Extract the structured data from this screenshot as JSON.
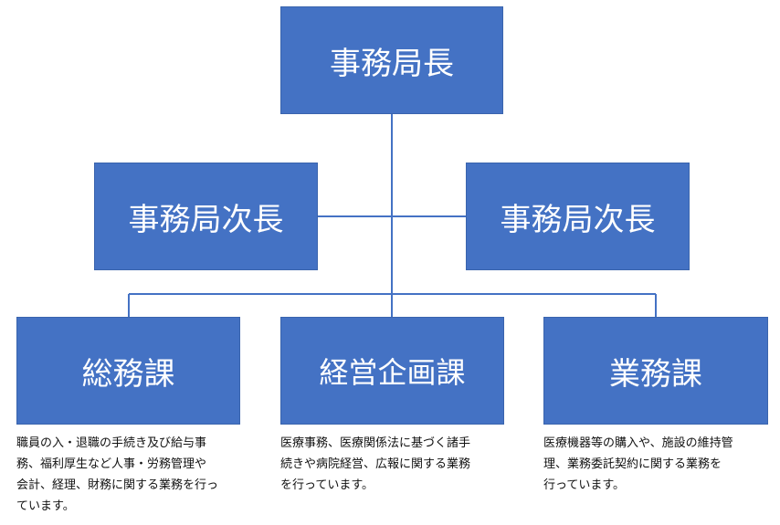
{
  "org_chart": {
    "chief": {
      "label": "事務局長"
    },
    "deputies": [
      {
        "label": "事務局次長"
      },
      {
        "label": "事務局次長"
      }
    ],
    "sections": [
      {
        "label": "総務課",
        "description_lines": [
          "職員の入・退職の手続き及び給与事",
          "務、福利厚生など人事・労務管理や",
          "会計、経理、財務に関する業務を行っ",
          "ています。"
        ]
      },
      {
        "label": "経営企画課",
        "description_lines": [
          "医療事務、医療関係法に基づく諸手",
          "続きや病院経営、広報に関する業務",
          "を行っています。"
        ]
      },
      {
        "label": "業務課",
        "description_lines": [
          "医療機器等の購入や、施設の維持管",
          "理、業務委託契約に関する業務を",
          "行っています。"
        ]
      }
    ]
  },
  "colors": {
    "box_fill": "#4472C4",
    "box_text": "#FFFFFF",
    "connector": "#4472C4",
    "description_text": "#111111"
  }
}
